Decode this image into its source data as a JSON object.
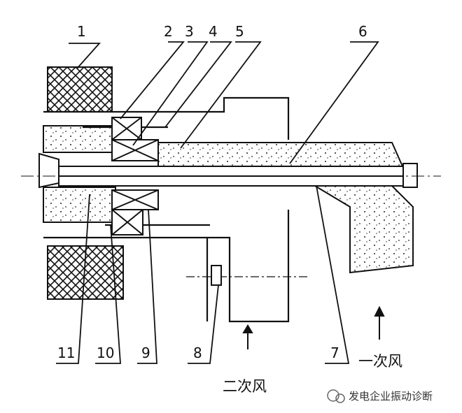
{
  "callouts": [
    "1",
    "2",
    "3",
    "4",
    "5",
    "6",
    "7",
    "8",
    "9",
    "10",
    "11"
  ],
  "flows": {
    "primary_air": "一次风",
    "secondary_air": "二次风"
  },
  "watermark": "发电企业振动诊断"
}
